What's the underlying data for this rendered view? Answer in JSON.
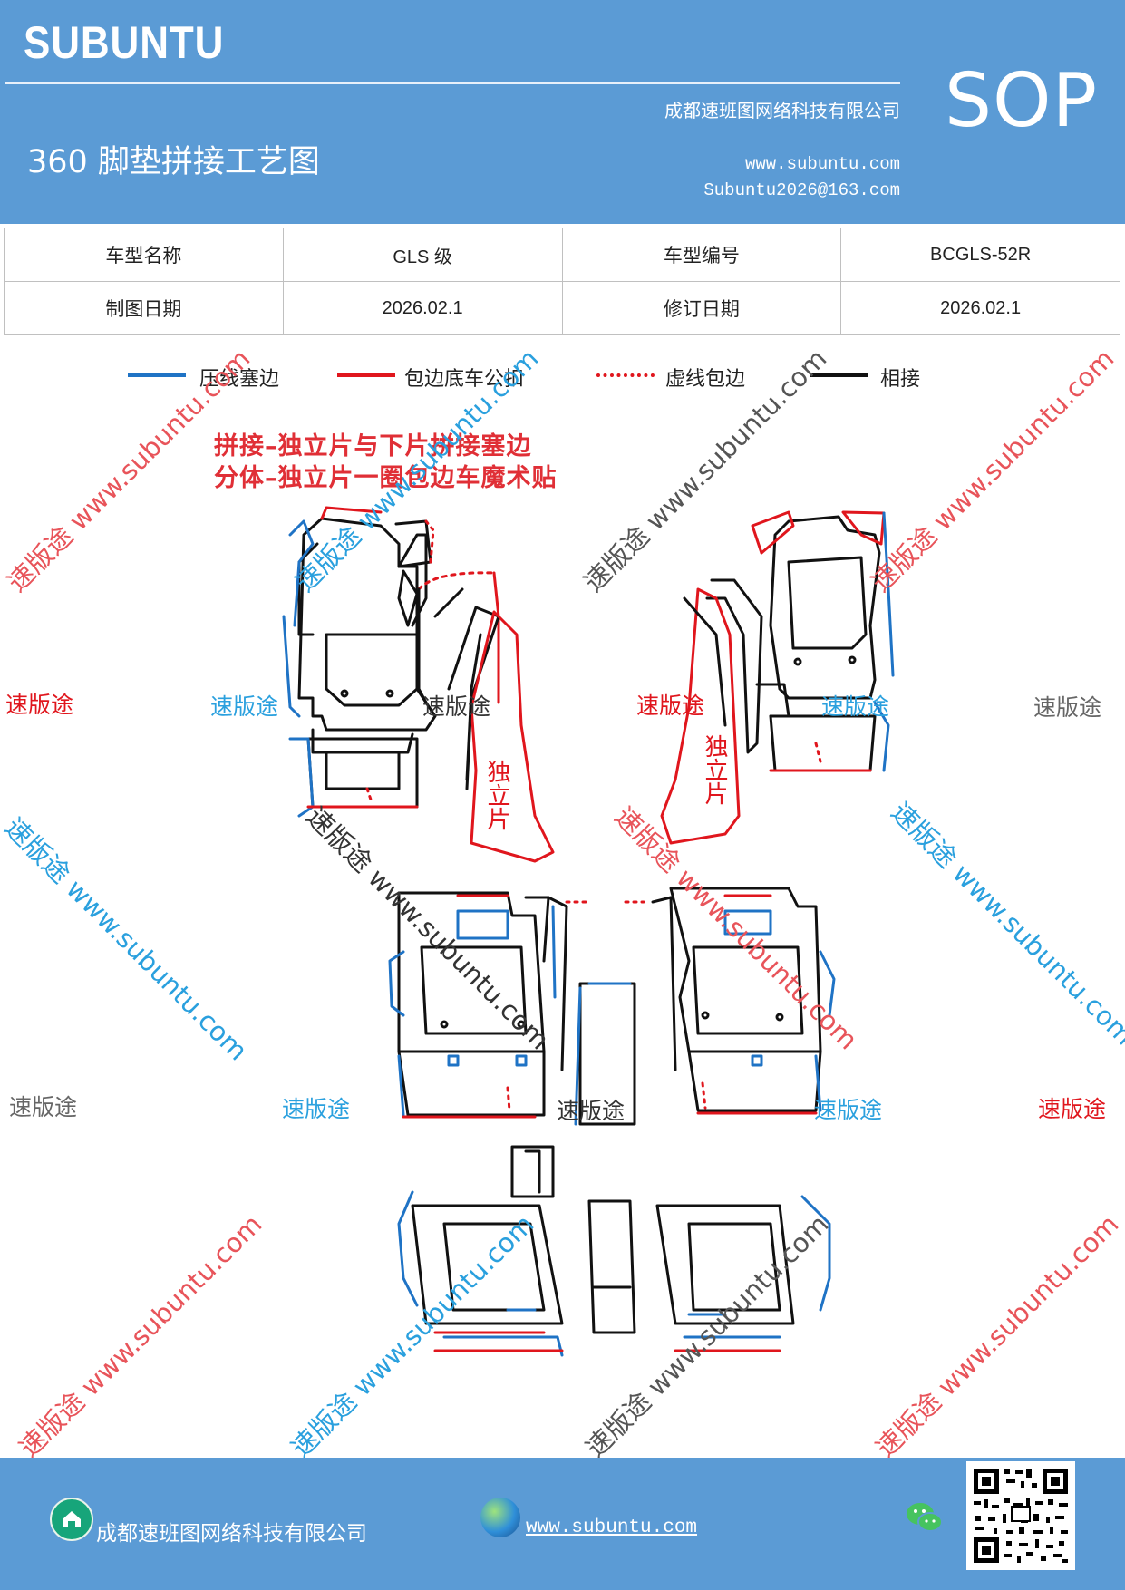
{
  "header": {
    "brand": "SUBUNTU",
    "company": "成都速班图网络科技有限公司",
    "website": "www.subuntu.com",
    "email": "Subuntu2026@163.com",
    "doc_title": "360 脚垫拼接工艺图",
    "badge": "SOP"
  },
  "info_table": {
    "model_name_label": "车型名称",
    "model_name_value": "GLS 级",
    "model_code_label": "车型编号",
    "model_code_value": "BCGLS-52R",
    "draw_date_label": "制图日期",
    "draw_date_value": "2026.02.1",
    "revise_date_label": "修订日期",
    "revise_date_value": "2026.02.1"
  },
  "legend": [
    {
      "label": "压线塞边",
      "color": "#1f73c5",
      "style": "solid"
    },
    {
      "label": "包边底车公扣",
      "color": "#e0161d",
      "style": "solid"
    },
    {
      "label": "虚线包边",
      "color": "#e0161d",
      "style": "dotted"
    },
    {
      "label": "相接",
      "color": "#111111",
      "style": "solid"
    }
  ],
  "notes": {
    "line1": "拼接–独立片与下片拼接塞边",
    "line2": "分体–独立片一圈包边车魔术贴"
  },
  "diagram": {
    "piece_label_left": "独立片",
    "piece_label_right": "独立片"
  },
  "watermarks": {
    "brand_cn": "速版途",
    "diagonal": "速版途 www.subuntu.com"
  },
  "footer": {
    "company": "成都速班图网络科技有限公司",
    "website": "www.subuntu.com"
  },
  "colors": {
    "header_bg": "#5b9bd5",
    "blue_line": "#1f73c5",
    "red_line": "#e0161d",
    "black_line": "#111111"
  }
}
